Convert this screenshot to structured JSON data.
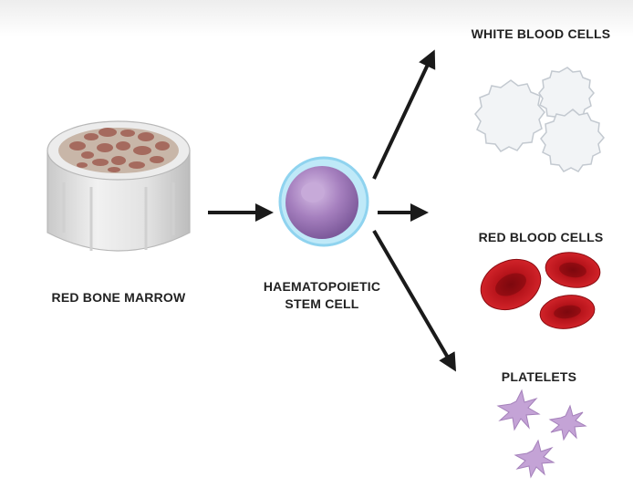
{
  "labels": {
    "marrow": "RED BONE MARROW",
    "stem_line1": "HAEMATOPOIETIC",
    "stem_line2": "STEM CELL",
    "wbc": "WHITE BLOOD CELLS",
    "rbc": "RED BLOOD CELLS",
    "platelets": "PLATELETS"
  },
  "icons": [
    "bone-marrow-icon",
    "stem-cell-icon",
    "white-blood-cell-icon",
    "red-blood-cell-icon",
    "platelet-icon",
    "arrow-icon"
  ],
  "colors": {
    "arrow": "#1a1a1a",
    "marrow_bone": "#e6e6e6",
    "marrow_spots": "#a56a5e",
    "stem_membrane": "#8fd3ef",
    "stem_body": "#a57fbe",
    "rbc": "#b7141b",
    "wbc": "#f2f4f6",
    "platelet": "#c4a3d6"
  }
}
